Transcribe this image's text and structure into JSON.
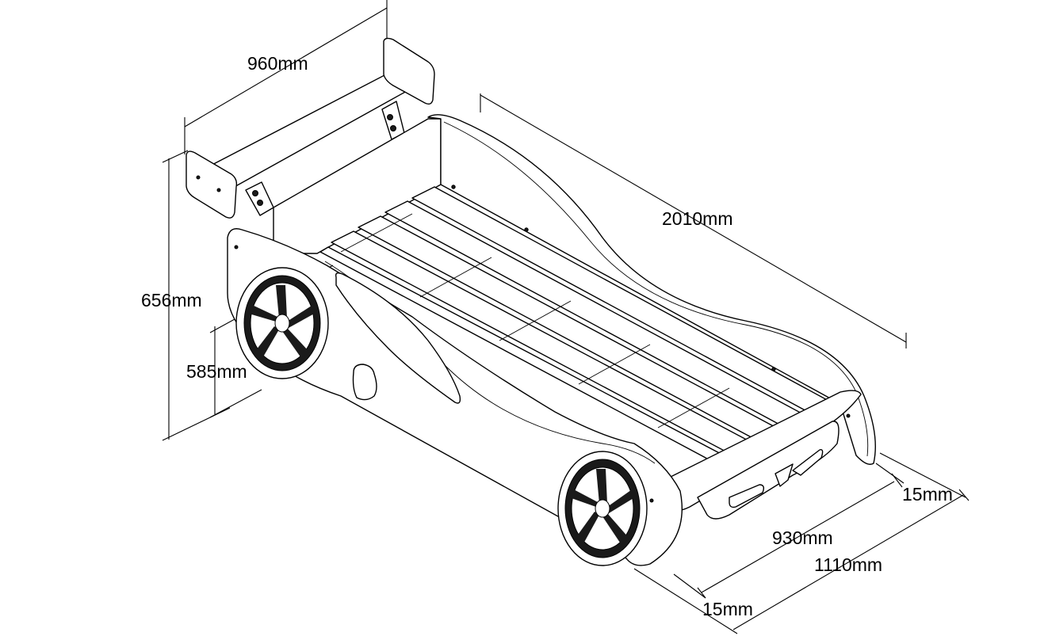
{
  "dimensions": {
    "spoiler_width": "960mm",
    "length": "2010mm",
    "height": "656mm",
    "side_height": "585mm",
    "inner_width": "930mm",
    "outer_width": "1110mm",
    "offset_right": "15mm",
    "offset_left": "15mm"
  },
  "colors": {
    "line": "#000000",
    "background": "#ffffff"
  }
}
